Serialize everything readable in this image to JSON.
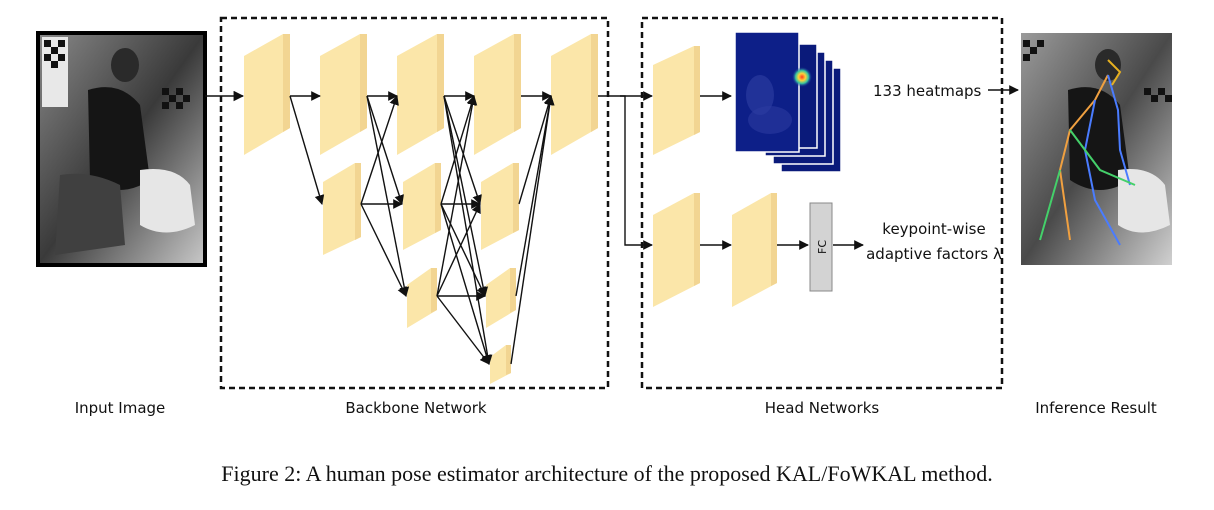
{
  "labels": {
    "input_image": "Input Image",
    "backbone": "Backbone Network",
    "head": "Head Networks",
    "inference": "Inference Result"
  },
  "annotations": {
    "heatmaps": "133 heatmaps",
    "fc": "FC",
    "adaptive_line1": "keypoint-wise",
    "adaptive_line2": "adaptive factors λ"
  },
  "caption": "Figure 2: A human pose estimator architecture of the proposed KAL/FoWKAL method.",
  "colors": {
    "feature_map": "#fbe6a9",
    "feature_map_side": "#f2d592",
    "heatmap_bg": "#0a1a7a",
    "fc_box": "#d3d3d3"
  }
}
